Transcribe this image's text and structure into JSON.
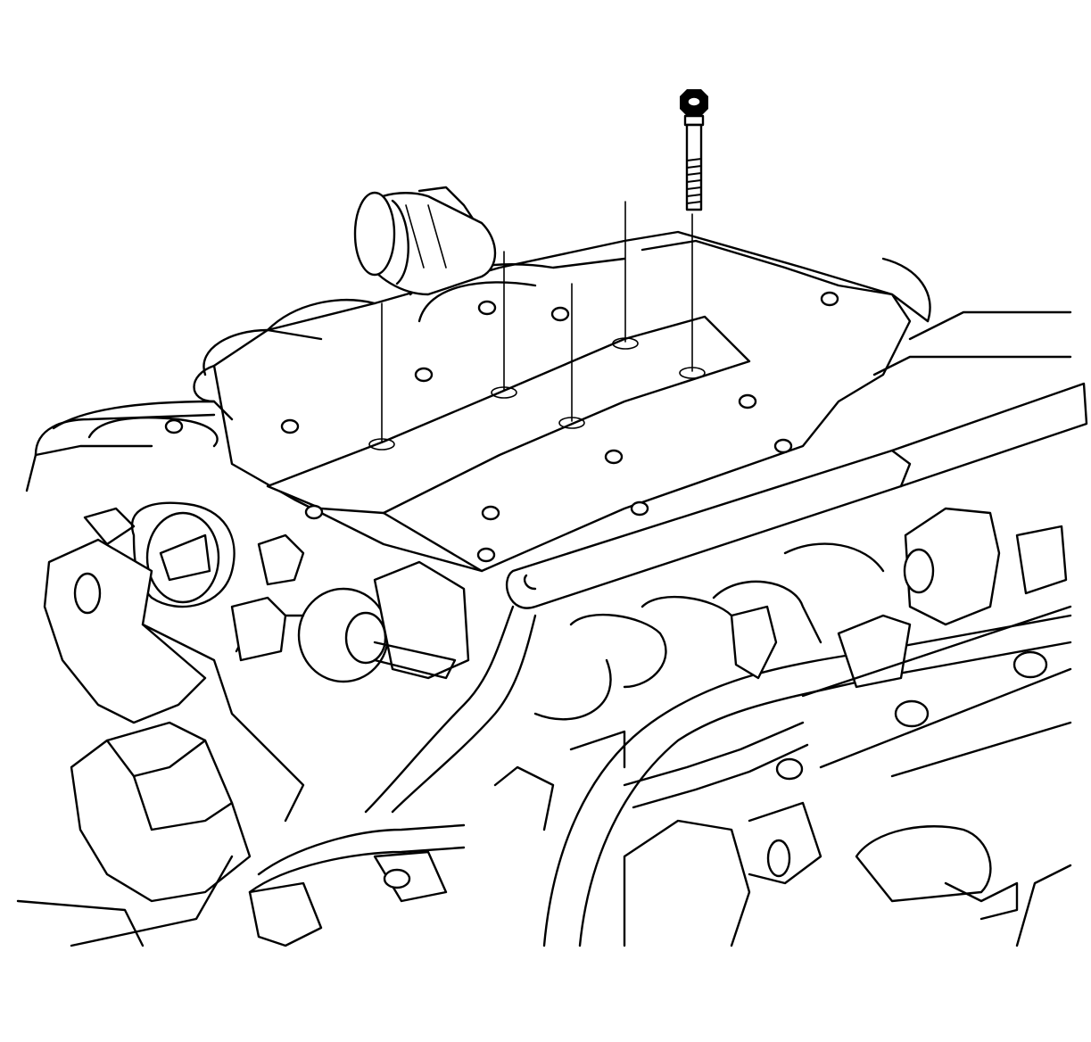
{
  "figure": {
    "subject": "intake-manifold-bolt-removal",
    "bolt_count": 5,
    "icons": [
      "bolt-icon",
      "intake-manifold",
      "throttle-body",
      "fuel-rail",
      "ignition-coil",
      "hose-clamp",
      "idle-air-control-valve"
    ],
    "colors": {
      "line": "#000000",
      "background": "#ffffff"
    }
  }
}
